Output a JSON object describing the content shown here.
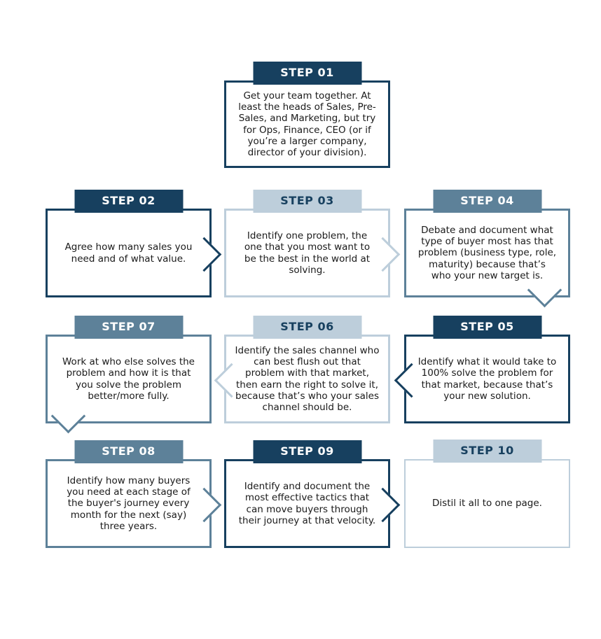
{
  "diagram": {
    "type": "process-flowchart",
    "colors": {
      "navy": "#17405f",
      "medium_blue": "#5d8199",
      "light_blue": "#bdcedb",
      "body_text": "#1a1a1a",
      "background": "#ffffff"
    },
    "flow_order": [
      "STEP 01",
      "STEP 02",
      "STEP 03",
      "STEP 04",
      "STEP 05",
      "STEP 06",
      "STEP 07",
      "STEP 08",
      "STEP 09",
      "STEP 10"
    ],
    "steps": [
      {
        "label": "STEP 01",
        "theme": "navy",
        "arrow": "none",
        "text": "Get your team together. At least the heads of Sales, Pre-Sales, and Marketing, but try for Ops, Finance, CEO (or if you’re a larger company, director of your division)."
      },
      {
        "label": "STEP 02",
        "theme": "navy",
        "arrow": "right",
        "text": "Agree how many sales you need and of what value."
      },
      {
        "label": "STEP 03",
        "theme": "light",
        "arrow": "right",
        "text": "Identify one problem, the one that you most want to be the best in the world at solving."
      },
      {
        "label": "STEP 04",
        "theme": "medium",
        "arrow": "down-right",
        "text": "Debate and document what type of buyer most has that problem (business type, role, maturity) because that’s who your new target is."
      },
      {
        "label": "STEP 05",
        "theme": "navy",
        "arrow": "left",
        "text": "Identify what it would take to 100% solve the problem for that market, because that’s your new solution."
      },
      {
        "label": "STEP 06",
        "theme": "light",
        "arrow": "left",
        "text": "Identify the sales channel who can best flush out that problem with that market, then earn the right to solve it, because that’s who your sales channel should be."
      },
      {
        "label": "STEP 07",
        "theme": "medium",
        "arrow": "down-left",
        "text": "Work at who else solves the problem and how it is that you solve the problem better/more fully."
      },
      {
        "label": "STEP 08",
        "theme": "medium",
        "arrow": "right",
        "text": "Identify how many buyers you need at each stage of the buyer's journey every month for the next (say) three years."
      },
      {
        "label": "STEP 09",
        "theme": "navy",
        "arrow": "right",
        "text": "Identify and document the most effective tactics that can move buyers through their journey at that velocity."
      },
      {
        "label": "STEP 10",
        "theme": "light",
        "arrow": "none",
        "text": "Distil it all to one page."
      }
    ]
  }
}
